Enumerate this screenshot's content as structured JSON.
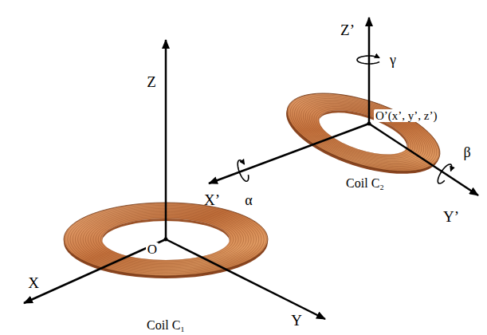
{
  "diagram": {
    "labels": [
      "Z",
      "X",
      "Y",
      "O",
      "Coil C₁",
      "Z’",
      "γ",
      "O’(x’, y’, z’)",
      "X’",
      "α",
      "Y’",
      "β",
      "Coil C₂"
    ]
  }
}
